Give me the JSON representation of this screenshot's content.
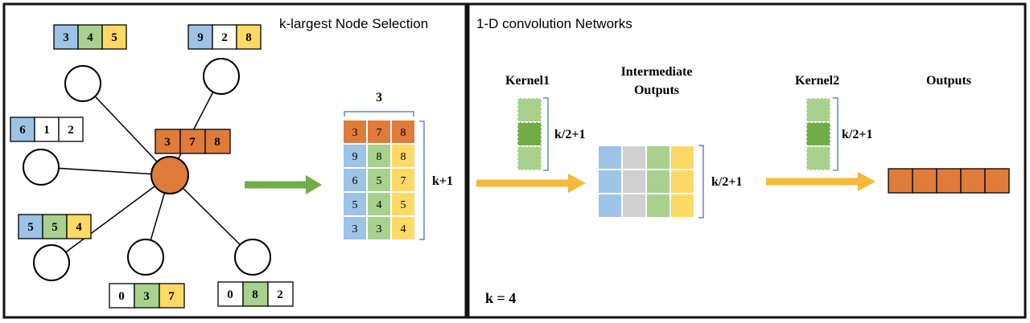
{
  "colors": {
    "blue": "#9dc3e6",
    "green": "#a9d18e",
    "yellow": "#ffd966",
    "orange": "#e07b39",
    "gray": "#d0d0d0",
    "arrow_green": "#70ad47",
    "arrow_yellow": "#f4b93a",
    "bracket_blue": "#4472c4"
  },
  "left_panel": {
    "title": "k-largest Node Selection",
    "neighbors": [
      {
        "label": [
          "3",
          "4",
          "5"
        ]
      },
      {
        "label": [
          "9",
          "2",
          "8"
        ]
      },
      {
        "label": [
          "6",
          "1",
          "2"
        ]
      },
      {
        "label": [
          "5",
          "5",
          "4"
        ]
      },
      {
        "label": [
          "0",
          "3",
          "7"
        ]
      },
      {
        "label": [
          "0",
          "8",
          "2"
        ]
      }
    ],
    "center_label": [
      "3",
      "7",
      "8"
    ],
    "matrix": {
      "top_label": "3",
      "side_label": "k+1",
      "rows": [
        [
          "3",
          "7",
          "8"
        ],
        [
          "9",
          "8",
          "8"
        ],
        [
          "6",
          "5",
          "7"
        ],
        [
          "5",
          "4",
          "5"
        ],
        [
          "3",
          "3",
          "4"
        ]
      ]
    }
  },
  "right_panel": {
    "title": "1-D convolution Networks",
    "kernel1_label": "Kernel1",
    "kernel1_size": "k/2+1",
    "intermediate_label_line1": "Intermediate",
    "intermediate_label_line2": "Outputs",
    "intermediate_size": "k/2+1",
    "kernel2_label": "Kernel2",
    "kernel2_size": "k/2+1",
    "outputs_label": "Outputs",
    "k_note": "k = 4"
  }
}
